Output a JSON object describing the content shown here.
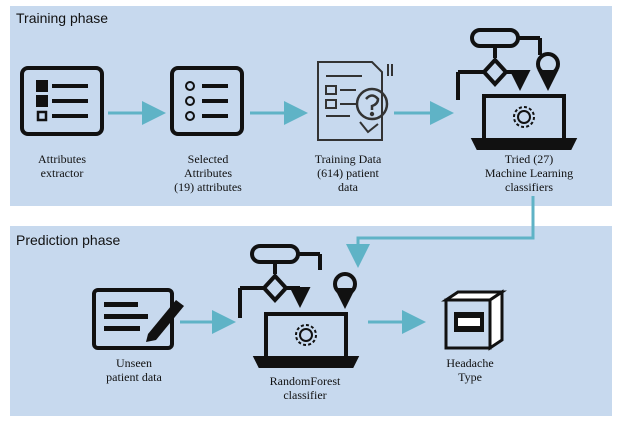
{
  "training": {
    "title": "Training phase",
    "steps": [
      {
        "icon": "list-icon",
        "label": "Attributes\nextractor"
      },
      {
        "icon": "checklist-icon",
        "label": "Selected\nAttributes\n(19) attributes"
      },
      {
        "icon": "document-question-icon",
        "label": "Training Data\n(614) patient\ndata"
      },
      {
        "icon": "flowchart-laptop-icon",
        "label": "Tried (27)\nMachine Learning\nclassifiers"
      }
    ]
  },
  "prediction": {
    "title": "Prediction phase",
    "steps": [
      {
        "icon": "edit-document-icon",
        "label": "Unseen\npatient data"
      },
      {
        "icon": "flowchart-laptop-icon",
        "label": "RandomForest\nclassifier"
      },
      {
        "icon": "box-icon",
        "label": "Headache\nType"
      }
    ]
  },
  "colors": {
    "panel": "#c7d9ee",
    "arrow": "#5fb3c6",
    "stroke": "#111111"
  }
}
